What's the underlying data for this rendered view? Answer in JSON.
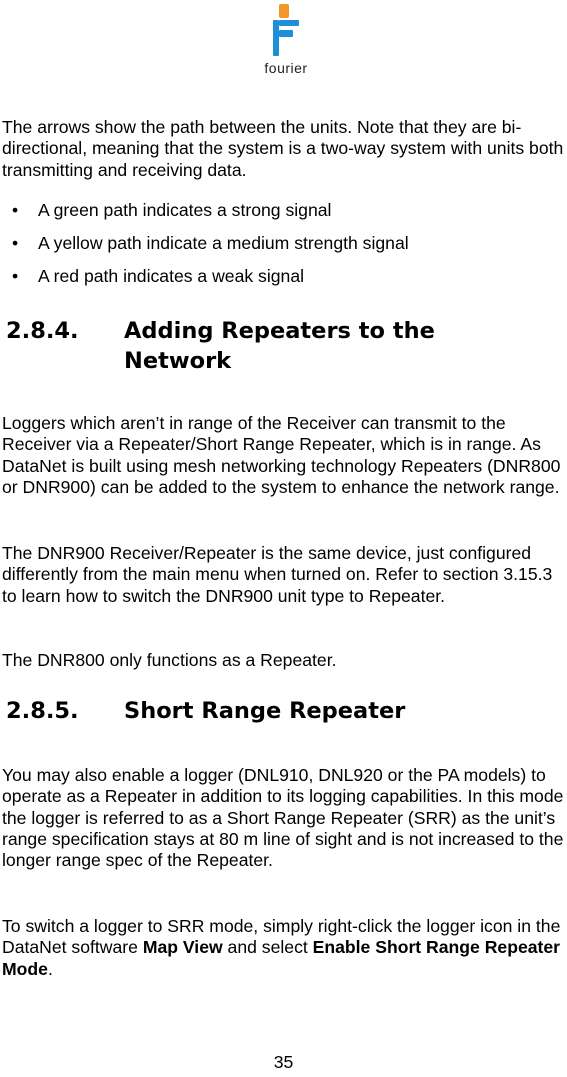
{
  "header": {
    "logo_text": "fourier",
    "brand_color": "#1e8fd6",
    "accent_color": "#f0962a"
  },
  "intro": {
    "paragraph": "The arrows show the path between the units. Note that they are bi-directional, meaning that the system is a two-way system with units both transmitting and receiving data.",
    "bullets": [
      "A green path indicates a strong signal",
      "A yellow path indicate a medium strength signal",
      "A red path indicates a weak signal"
    ]
  },
  "section_284": {
    "number": "2.8.4.",
    "title": "Adding Repeaters to the Network",
    "paragraphs": [
      "Loggers which aren’t in range of the Receiver can transmit to the Receiver via a Repeater/Short Range Repeater, which is in range. As DataNet is built using mesh networking technology Repeaters (DNR800 or DNR900) can be added to the system to enhance the network range.",
      "The DNR900 Receiver/Repeater is the same device, just configured differently from the main menu when turned on. Refer to section 3.15.3 to learn how to switch the DNR900 unit type to Repeater.",
      "The DNR800 only functions as a Repeater."
    ]
  },
  "section_285": {
    "number": "2.8.5.",
    "title": "Short Range Repeater",
    "paragraph1": "You may also enable a logger (DNL910, DNL920 or the PA models) to operate as a Repeater in addition to its logging capabilities. In this mode the logger is referred to as a Short Range Repeater (SRR) as the unit’s range specification stays at 80 m line of sight and is not increased to the longer range spec of the Repeater.",
    "paragraph2": {
      "part1": "To switch a logger to SRR mode, simply right-click the logger icon in the DataNet software ",
      "bold1": "Map View",
      "part2": " and select ",
      "bold2": "Enable Short Range Repeater Mode",
      "part3": "."
    }
  },
  "footer": {
    "page_number": "35"
  }
}
